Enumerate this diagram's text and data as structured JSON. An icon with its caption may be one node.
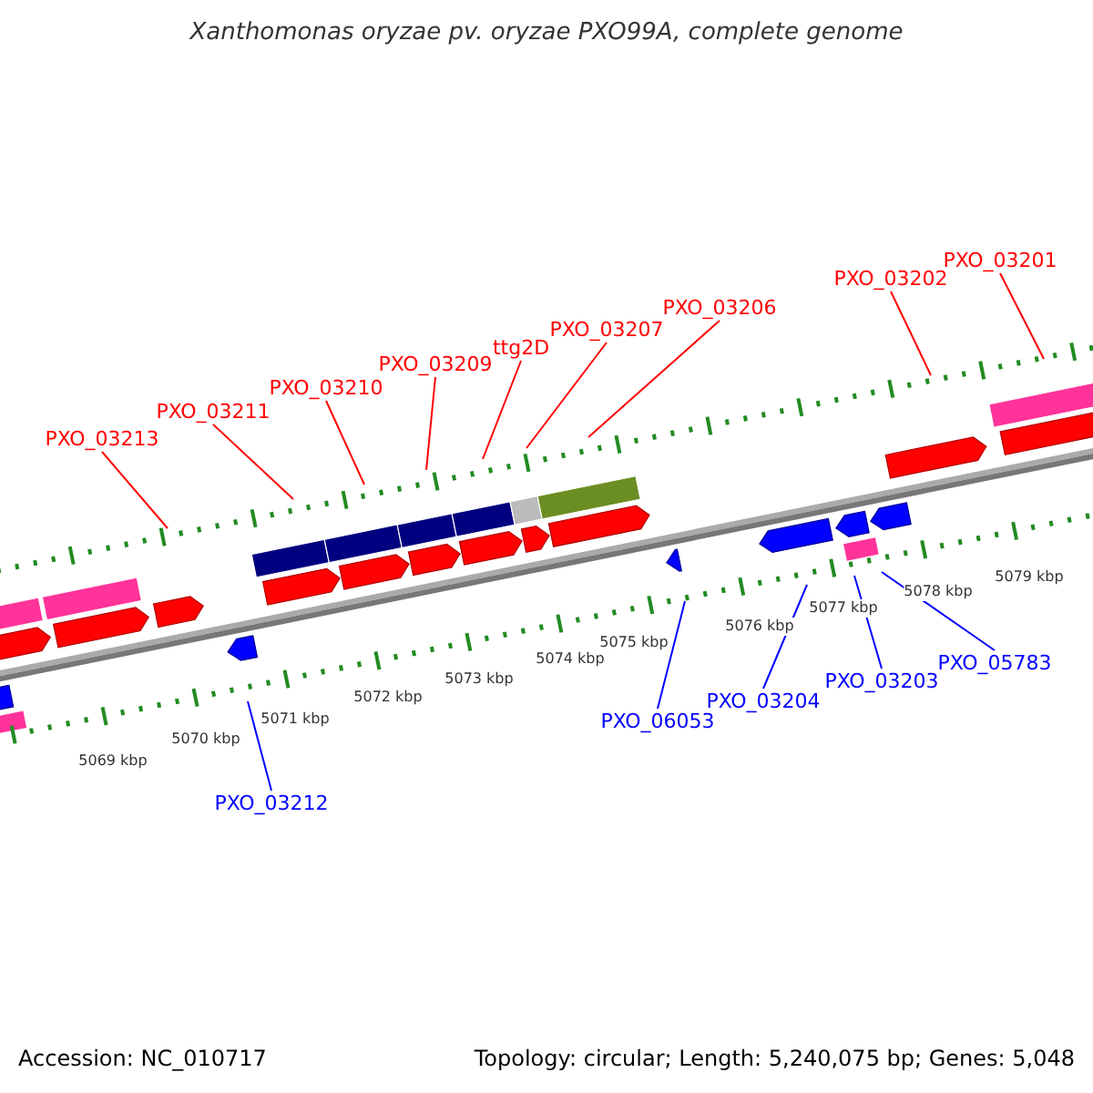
{
  "diagram": {
    "title": "Xanthomonas oryzae pv. oryzae PXO99A, complete genome",
    "nodes": [
      {
        "text": [
          "PXO_03201"
        ]
      },
      {
        "text": [
          "PXO_03202"
        ]
      },
      {
        "text": [
          "PXO_03206"
        ]
      },
      {
        "text": [
          "PXO_03207"
        ]
      },
      {
        "text": [
          "ttg2D"
        ]
      },
      {
        "text": [
          "PXO_03209"
        ]
      },
      {
        "text": [
          "PXO_03210"
        ]
      },
      {
        "text": [
          "PXO_03211"
        ]
      },
      {
        "text": [
          "PXO_03213"
        ]
      },
      {
        "text": [
          "PXO_05783"
        ]
      },
      {
        "text": [
          "PXO_03203"
        ]
      },
      {
        "text": [
          "PXO_03204"
        ]
      },
      {
        "text": [
          "PXO_06053"
        ]
      },
      {
        "text": [
          "PXO_03212"
        ]
      }
    ],
    "edges": [
      {
        "from": 0,
        "to": null,
        "arrow": "none"
      },
      {
        "from": 1,
        "to": null,
        "arrow": "none"
      },
      {
        "from": 2,
        "to": null,
        "arrow": "none"
      },
      {
        "from": 3,
        "to": null,
        "arrow": "none"
      },
      {
        "from": 4,
        "to": null,
        "arrow": "none"
      },
      {
        "from": 5,
        "to": null,
        "arrow": "none"
      },
      {
        "from": 6,
        "to": null,
        "arrow": "none"
      },
      {
        "from": 7,
        "to": null,
        "arrow": "none"
      },
      {
        "from": 8,
        "to": null,
        "arrow": "none"
      },
      {
        "from": 9,
        "to": null,
        "arrow": "none",
        "color": "#0000ff"
      },
      {
        "from": 10,
        "to": null,
        "arrow": "none",
        "color": "#0000ff"
      },
      {
        "from": 11,
        "to": null,
        "arrow": "none",
        "color": "#0000ff"
      },
      {
        "from": 12,
        "to": null,
        "arrow": "none",
        "color": "#0000ff"
      },
      {
        "from": 13,
        "to": null,
        "arrow": "none",
        "color": "#0000ff"
      }
    ],
    "labels": [
      "5069 kbp",
      "5070 kbp",
      "5071 kbp",
      "5072 kbp",
      "5073 kbp",
      "5074 kbp",
      "5075 kbp",
      "5076 kbp",
      "5077 kbp",
      "5078 kbp",
      "5079 kbp",
      "Accession: NC_010717",
      "Topology: circular; Length: 5,240,075 bp; Genes: 5,048"
    ]
  }
}
